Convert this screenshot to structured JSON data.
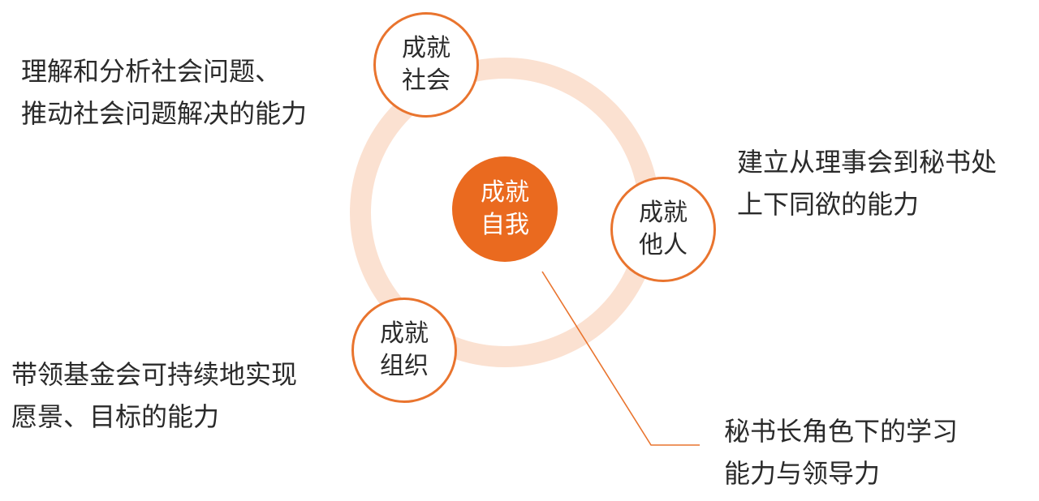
{
  "colors": {
    "ring": "#fbe1d1",
    "accent": "#e9742e",
    "center_fill": "#ea6a1f",
    "text": "#2a2a2a"
  },
  "nodes": {
    "society": {
      "line1": "成就",
      "line2": "社会"
    },
    "others": {
      "line1": "成就",
      "line2": "他人"
    },
    "organization": {
      "line1": "成就",
      "line2": "组织"
    },
    "self": {
      "line1": "成就",
      "line2": "自我"
    }
  },
  "captions": {
    "society": {
      "line1": "理解和分析社会问题、",
      "line2": "推动社会问题解决的能力"
    },
    "others": {
      "line1": "建立从理事会到秘书处",
      "line2": "上下同欲的能力"
    },
    "organization": {
      "line1": "带领基金会可持续地实现",
      "line2": "愿景、目标的能力"
    },
    "self": {
      "line1": "秘书长角色下的学习",
      "line2": "能力与领导力"
    }
  }
}
